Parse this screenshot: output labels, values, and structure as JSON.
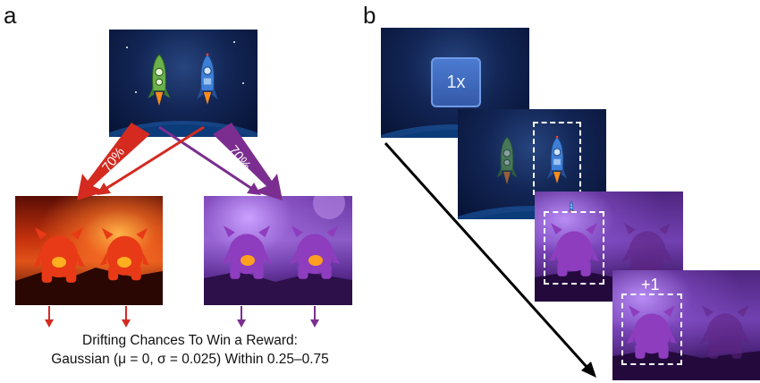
{
  "panels": {
    "a_label": "a",
    "b_label": "b"
  },
  "panel_a": {
    "left_percent_label": "70%",
    "right_percent_label": "70%",
    "caption_line1": "Drifting Chances To Win a Reward:",
    "caption_line2": "Gaussian (μ = 0, σ = 0.025) Within 0.25–0.75"
  },
  "panel_b": {
    "choice_button_label": "1x",
    "reward_label": "+1"
  },
  "colors": {
    "red_arrow": "#d42a20",
    "purple_arrow": "#7b2e8f"
  }
}
